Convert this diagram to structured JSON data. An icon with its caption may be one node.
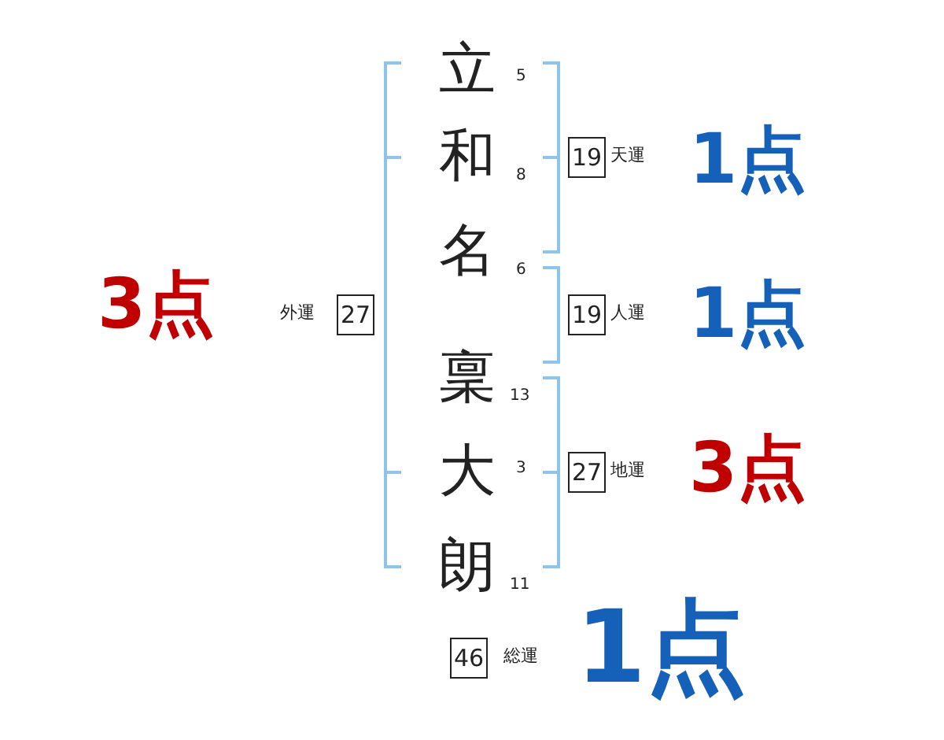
{
  "diagram": {
    "nodes": [
      {
        "text": [
          "19"
        ],
        "beside": [
          "天運"
        ]
      },
      {
        "text": [
          "19"
        ],
        "beside": [
          "人運"
        ]
      },
      {
        "text": [
          "27"
        ],
        "beside": [
          "地運"
        ]
      },
      {
        "text": [
          "27"
        ],
        "beside": [
          "外運"
        ]
      },
      {
        "text": [
          "46"
        ],
        "beside": [
          "総運"
        ]
      }
    ],
    "edges": [],
    "labels": [
      "立",
      "5",
      "和",
      "8",
      "名",
      "6",
      "稟",
      "13",
      "大",
      "3",
      "朗",
      "11",
      "1点",
      "1点",
      "3点",
      "3点",
      "1点"
    ]
  }
}
